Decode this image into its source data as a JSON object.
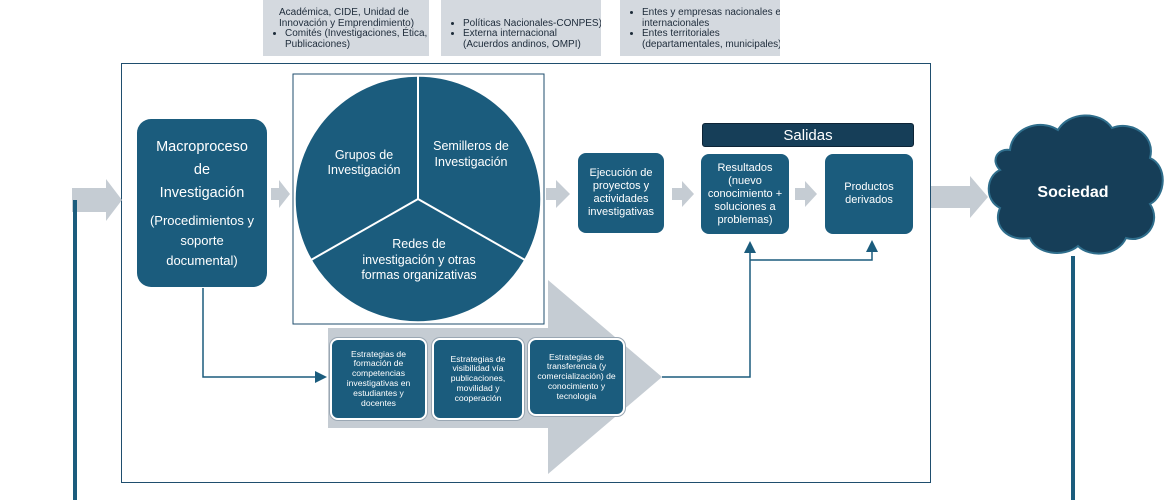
{
  "top_boxes": [
    {
      "items": [
        "Académica, CIDE, Unidad de Innovación y Emprendimiento)",
        "Comités (Investigaciones, Ética, Publicaciones)"
      ]
    },
    {
      "items": [
        "Políticas Nacionales-CONPES)",
        "Externa internacional (Acuerdos andinos, OMPI)"
      ]
    },
    {
      "items": [
        "Entes y empresas nacionales e internacionales",
        "Entes territoriales (departamentales, municipales)"
      ]
    }
  ],
  "macroproceso": {
    "title_line1": "Macroproceso",
    "title_line2": "de",
    "title_line3": "Investigación",
    "subtitle": "(Procedimientos y soporte documental)"
  },
  "circle": {
    "segment_top_left": "Grupos de Investigación",
    "segment_top_right": "Semilleros de Investigación",
    "segment_bottom": "Redes de investigación y otras formas organizativas"
  },
  "ejecucion": "Ejecución de proyectos y actividades investigativas",
  "salidas": {
    "header": "Salidas",
    "resultados": "Resultados (nuevo conocimiento + soluciones a problemas)",
    "productos": "Productos derivados"
  },
  "sociedad": "Sociedad",
  "estrategias": [
    "Estrategias de formación de competencias investigativas en estudiantes y docentes",
    "Estrategias de visibilidad vía publicaciones, movilidad y cooperación",
    "Estrategias de transferencia (y comercialización) de conocimiento y tecnología"
  ],
  "colors": {
    "navy": "#1b5c7d",
    "dark": "#163e58",
    "gray_arrow": "#c5ccd3",
    "top_box": "#d4d9df"
  }
}
